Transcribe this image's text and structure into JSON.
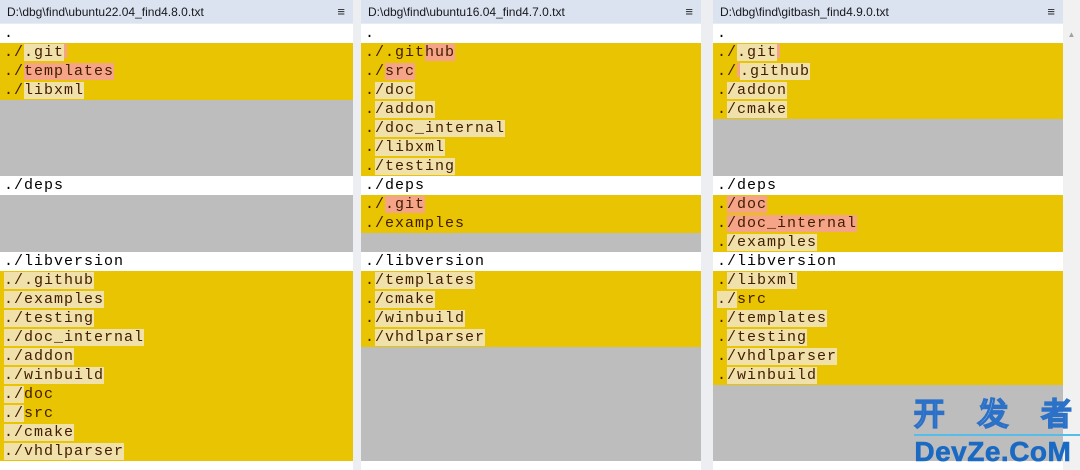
{
  "app": {
    "kind": "three-way file compare",
    "menu_icon": "≡",
    "scroll_up_icon": "▲"
  },
  "colors": {
    "diff_line_bg": "#e9c402",
    "word_diff_bg": "#f0e0aa",
    "changed_word_bg": "#f6a487",
    "filler_bg": "#bdbdbd",
    "header_bg": "#dbe3f0",
    "plain_text": "#000000",
    "diff_text": "#401c00",
    "watermark_blue": "#1a6ac4",
    "watermark_underline": "#54bde9",
    "scrollbar_track": "#f1f1f1"
  },
  "watermark": {
    "line1": "开 发 者",
    "line2": "DevZe.CoM"
  },
  "panes": [
    {
      "title": "D:\\dbg\\find\\ubuntu22.04_find4.8.0.txt",
      "rows": [
        {
          "kind": "line",
          "bg": "plain",
          "segs": [
            [
              ".",
              "n"
            ]
          ]
        },
        {
          "kind": "line",
          "bg": "diff",
          "segs": [
            [
              "./",
              "n"
            ],
            [
              ".git",
              "w"
            ],
            [
              "",
              "s"
            ]
          ]
        },
        {
          "kind": "line",
          "bg": "diff",
          "segs": [
            [
              "./",
              "n"
            ],
            [
              "templates",
              "c"
            ]
          ]
        },
        {
          "kind": "line",
          "bg": "diff",
          "segs": [
            [
              "./",
              "n"
            ],
            [
              "libxml",
              "w"
            ]
          ]
        },
        {
          "kind": "filler"
        },
        {
          "kind": "filler"
        },
        {
          "kind": "filler"
        },
        {
          "kind": "filler"
        },
        {
          "kind": "line",
          "bg": "plain",
          "segs": [
            [
              "./deps",
              "n"
            ]
          ]
        },
        {
          "kind": "filler"
        },
        {
          "kind": "filler"
        },
        {
          "kind": "filler"
        },
        {
          "kind": "line",
          "bg": "plain",
          "segs": [
            [
              "./libversion",
              "n"
            ]
          ]
        },
        {
          "kind": "line",
          "bg": "diff",
          "segs": [
            [
              "./.github",
              "w"
            ]
          ]
        },
        {
          "kind": "line",
          "bg": "diff",
          "segs": [
            [
              "./examples",
              "w"
            ]
          ]
        },
        {
          "kind": "line",
          "bg": "diff",
          "segs": [
            [
              "./testing",
              "w"
            ]
          ]
        },
        {
          "kind": "line",
          "bg": "diff",
          "segs": [
            [
              "./doc_internal",
              "w"
            ]
          ]
        },
        {
          "kind": "line",
          "bg": "diff",
          "segs": [
            [
              "./addon",
              "w"
            ]
          ]
        },
        {
          "kind": "line",
          "bg": "diff",
          "segs": [
            [
              "./winbuild",
              "w"
            ]
          ]
        },
        {
          "kind": "line",
          "bg": "diff",
          "segs": [
            [
              "./",
              "w"
            ],
            [
              "doc",
              "n"
            ]
          ]
        },
        {
          "kind": "line",
          "bg": "diff",
          "segs": [
            [
              "./",
              "w"
            ],
            [
              "src",
              "n"
            ]
          ]
        },
        {
          "kind": "line",
          "bg": "diff",
          "segs": [
            [
              "./cmake",
              "w"
            ]
          ]
        },
        {
          "kind": "line",
          "bg": "diff",
          "segs": [
            [
              "./vhdlparser",
              "w"
            ]
          ]
        }
      ]
    },
    {
      "title": "D:\\dbg\\find\\ubuntu16.04_find4.7.0.txt",
      "rows": [
        {
          "kind": "line",
          "bg": "plain",
          "segs": [
            [
              ".",
              "n"
            ]
          ]
        },
        {
          "kind": "line",
          "bg": "diff",
          "segs": [
            [
              "./.git",
              "n"
            ],
            [
              "hub",
              "c"
            ]
          ]
        },
        {
          "kind": "line",
          "bg": "diff",
          "segs": [
            [
              "./",
              "n"
            ],
            [
              "src",
              "c"
            ]
          ]
        },
        {
          "kind": "line",
          "bg": "diff",
          "segs": [
            [
              ".",
              "n"
            ],
            [
              "/doc",
              "w"
            ]
          ]
        },
        {
          "kind": "line",
          "bg": "diff",
          "segs": [
            [
              ".",
              "n"
            ],
            [
              "/addon",
              "w"
            ]
          ]
        },
        {
          "kind": "line",
          "bg": "diff",
          "segs": [
            [
              ".",
              "n"
            ],
            [
              "/doc_internal",
              "w"
            ]
          ]
        },
        {
          "kind": "line",
          "bg": "diff",
          "segs": [
            [
              ".",
              "n"
            ],
            [
              "/libxml",
              "w"
            ]
          ]
        },
        {
          "kind": "line",
          "bg": "diff",
          "segs": [
            [
              ".",
              "n"
            ],
            [
              "/testing",
              "w"
            ]
          ]
        },
        {
          "kind": "line",
          "bg": "plain",
          "segs": [
            [
              "./deps",
              "n"
            ]
          ]
        },
        {
          "kind": "line",
          "bg": "diff",
          "segs": [
            [
              "./",
              "n"
            ],
            [
              ".git",
              "c"
            ]
          ]
        },
        {
          "kind": "line",
          "bg": "diff",
          "segs": [
            [
              "./examples",
              "n"
            ]
          ]
        },
        {
          "kind": "filler"
        },
        {
          "kind": "line",
          "bg": "plain",
          "segs": [
            [
              "./libversion",
              "n"
            ]
          ]
        },
        {
          "kind": "line",
          "bg": "diff",
          "segs": [
            [
              ".",
              "n"
            ],
            [
              "/templates",
              "w"
            ]
          ]
        },
        {
          "kind": "line",
          "bg": "diff",
          "segs": [
            [
              ".",
              "n"
            ],
            [
              "/cmake",
              "w"
            ]
          ]
        },
        {
          "kind": "line",
          "bg": "diff",
          "segs": [
            [
              ".",
              "n"
            ],
            [
              "/winbuild",
              "w"
            ]
          ]
        },
        {
          "kind": "line",
          "bg": "diff",
          "segs": [
            [
              ".",
              "n"
            ],
            [
              "/vhdlparser",
              "w"
            ]
          ]
        },
        {
          "kind": "filler"
        },
        {
          "kind": "filler"
        },
        {
          "kind": "filler"
        },
        {
          "kind": "filler"
        },
        {
          "kind": "filler"
        },
        {
          "kind": "filler"
        }
      ]
    },
    {
      "title": "D:\\dbg\\find\\gitbash_find4.9.0.txt",
      "rows": [
        {
          "kind": "line",
          "bg": "plain",
          "segs": [
            [
              ".",
              "n"
            ]
          ]
        },
        {
          "kind": "line",
          "bg": "diff",
          "segs": [
            [
              "./",
              "n"
            ],
            [
              ".git",
              "w"
            ],
            [
              "",
              "s"
            ]
          ]
        },
        {
          "kind": "line",
          "bg": "diff",
          "segs": [
            [
              "./",
              "n"
            ],
            [
              "",
              "s"
            ],
            [
              ".github",
              "w"
            ]
          ]
        },
        {
          "kind": "line",
          "bg": "diff",
          "segs": [
            [
              ".",
              "n"
            ],
            [
              "/addon",
              "w"
            ]
          ]
        },
        {
          "kind": "line",
          "bg": "diff",
          "segs": [
            [
              ".",
              "n"
            ],
            [
              "/cmake",
              "w"
            ]
          ]
        },
        {
          "kind": "filler"
        },
        {
          "kind": "filler"
        },
        {
          "kind": "filler"
        },
        {
          "kind": "line",
          "bg": "plain",
          "segs": [
            [
              "./deps",
              "n"
            ]
          ]
        },
        {
          "kind": "line",
          "bg": "diff",
          "segs": [
            [
              ".",
              "n"
            ],
            [
              "/doc",
              "c"
            ]
          ]
        },
        {
          "kind": "line",
          "bg": "diff",
          "segs": [
            [
              ".",
              "n"
            ],
            [
              "/doc_internal",
              "c"
            ]
          ]
        },
        {
          "kind": "line",
          "bg": "diff",
          "segs": [
            [
              ".",
              "n"
            ],
            [
              "/examples",
              "w"
            ]
          ]
        },
        {
          "kind": "line",
          "bg": "plain",
          "segs": [
            [
              "./libversion",
              "n"
            ]
          ]
        },
        {
          "kind": "line",
          "bg": "diff",
          "segs": [
            [
              ".",
              "n"
            ],
            [
              "/libxml",
              "w"
            ]
          ]
        },
        {
          "kind": "line",
          "bg": "diff",
          "segs": [
            [
              "./",
              "w"
            ],
            [
              "src",
              "n"
            ]
          ]
        },
        {
          "kind": "line",
          "bg": "diff",
          "segs": [
            [
              ".",
              "n"
            ],
            [
              "/templates",
              "w"
            ]
          ]
        },
        {
          "kind": "line",
          "bg": "diff",
          "segs": [
            [
              ".",
              "n"
            ],
            [
              "/testing",
              "w"
            ]
          ]
        },
        {
          "kind": "line",
          "bg": "diff",
          "segs": [
            [
              ".",
              "n"
            ],
            [
              "/vhdlparser",
              "w"
            ]
          ]
        },
        {
          "kind": "line",
          "bg": "diff",
          "segs": [
            [
              ".",
              "n"
            ],
            [
              "/winbuild",
              "w"
            ]
          ]
        },
        {
          "kind": "filler"
        },
        {
          "kind": "filler"
        },
        {
          "kind": "filler"
        },
        {
          "kind": "filler"
        }
      ]
    }
  ]
}
